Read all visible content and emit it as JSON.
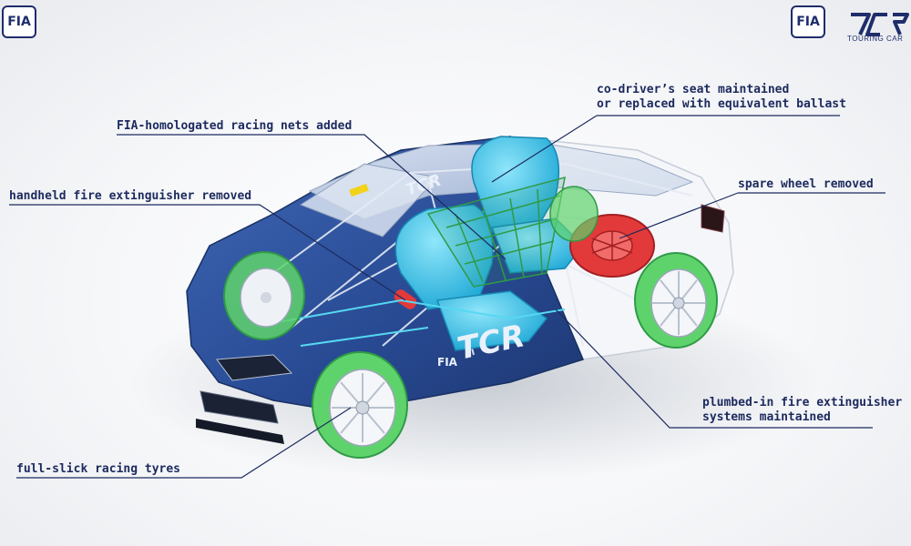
{
  "logos": {
    "fia_left": "FIA",
    "fia_right": "FIA",
    "series_mark": "TCR",
    "series_text": "TOURING CAR"
  },
  "callouts": {
    "racing_nets": "FIA-homologated racing nets added",
    "codriver_line1": "co-driver’s seat maintained",
    "codriver_line2": "or replaced with equivalent ballast",
    "handheld_extinguisher": "handheld fire extinguisher removed",
    "spare_wheel": "spare wheel removed",
    "plumbed_line1": "plumbed-in fire extinguisher",
    "plumbed_line2": "systems maintained",
    "tyres": "full-slick racing tyres"
  },
  "car_livery": {
    "door_text": "TCR",
    "door_badge": "FIA",
    "windscreen_text": "TCR"
  },
  "colors": {
    "body_blue": "#2a4f9c",
    "seat_cyan": "#3fc7ea",
    "net_green": "#2f9a47",
    "tyre_green": "#5fd36b",
    "spare_red": "#e23a3a",
    "label_navy": "#1c2a5e"
  }
}
